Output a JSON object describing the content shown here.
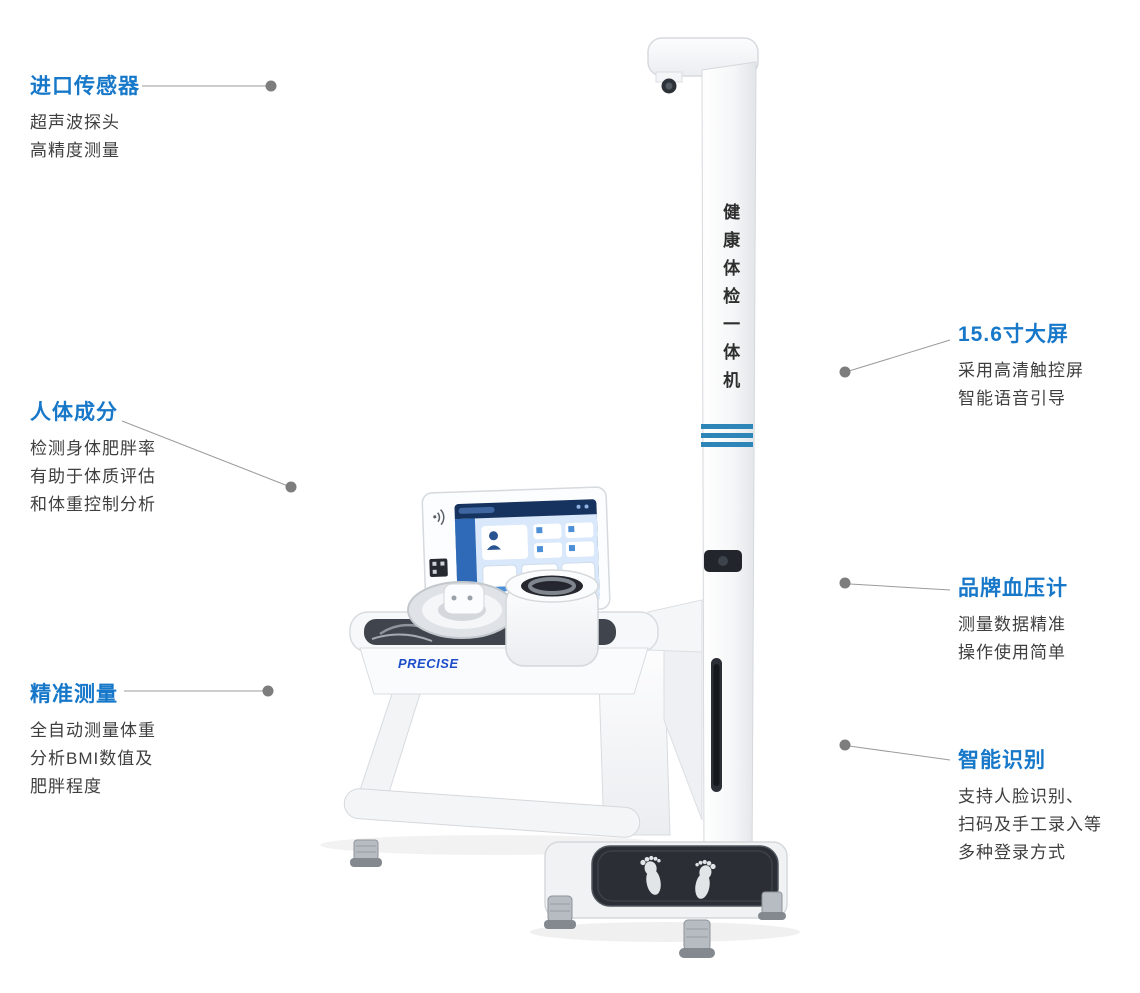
{
  "meta": {
    "type": "product-feature-diagram",
    "subject": "health checkup kiosk"
  },
  "colors": {
    "accent_blue": "#1778c9",
    "brand_blue": "#1d4ec9",
    "stripe_blue": "#2e86b8",
    "leader_line_gray": "#9b9b9b",
    "leader_dot_gray": "#7d7d7d",
    "platform_dark": "#2b2f35",
    "screen_header_blue": "#16335f",
    "screen_body_blue": "#d9e8fa"
  },
  "machine": {
    "pillar_label": "健康体检一体机",
    "brand": "PRECISE"
  },
  "callouts": {
    "left": [
      {
        "title": "进口传感器",
        "lines": [
          "超声波探头",
          "高精度测量"
        ]
      },
      {
        "title": "人体成分",
        "lines": [
          "检测身体肥胖率",
          "有助于体质评估",
          "和体重控制分析"
        ]
      },
      {
        "title": "精准测量",
        "lines": [
          "全自动测量体重",
          "分析BMI数值及",
          "肥胖程度"
        ]
      }
    ],
    "right": [
      {
        "title": "15.6寸大屏",
        "lines": [
          "采用高清触控屏",
          "智能语音引导"
        ]
      },
      {
        "title": "品牌血压计",
        "lines": [
          "测量数据精准",
          "操作使用简单"
        ]
      },
      {
        "title": "智能识别",
        "lines": [
          "支持人脸识别、",
          "扫码及手工录入等",
          "多种登录方式"
        ]
      }
    ]
  }
}
